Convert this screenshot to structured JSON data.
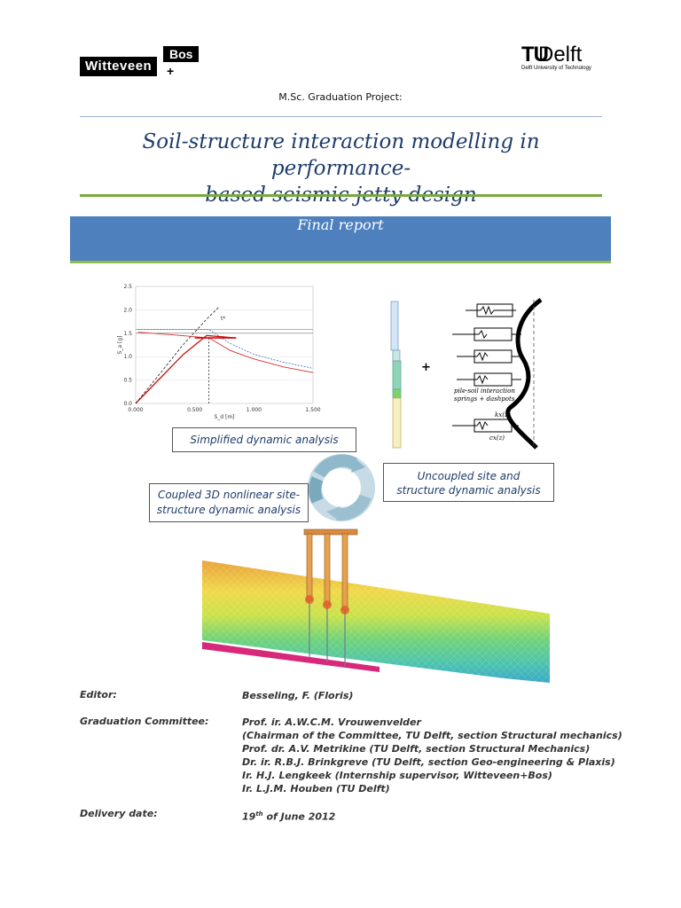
{
  "logos": {
    "witteveen_left": "Witteveen",
    "witteveen_plus": "+",
    "witteveen_right": "Bos",
    "tudelft_mark": "TU",
    "tudelft_name": "Delft",
    "tudelft_sub": "Delft University of Technology"
  },
  "project_label": "M.Sc. Graduation Project:",
  "title_line1": "Soil-structure interaction modelling in performance-",
  "title_line2": "based seismic jetty design",
  "banner": "Final report",
  "figure": {
    "box_simplified": "Simplified dynamic analysis",
    "box_uncoupled_line1": "Uncoupled site and",
    "box_uncoupled_line2": "structure dynamic analysis",
    "box_coupled_line1": "Coupled 3D nonlinear site-",
    "box_coupled_line2": "structure dynamic analysis",
    "plus_sign": "+",
    "interaction_label1": "pile-soil interaction",
    "interaction_label2": "springs + dashpots",
    "kx_label": "kx(z)",
    "cx_label": "cx(z)"
  },
  "chart_data": {
    "type": "line",
    "title": "",
    "xlabel": "S_d [m]",
    "ylabel": "S_a [g]",
    "xlim": [
      0.0,
      1.5
    ],
    "ylim": [
      0.0,
      2.5
    ],
    "x_ticks": [
      "0.000",
      "0.500",
      "1.000",
      "1.500"
    ],
    "y_ticks": [
      "0.0",
      "0.5",
      "1.0",
      "1.5",
      "2.0",
      "2.5"
    ],
    "annotation": "t*",
    "series": [
      {
        "name": "",
        "color": "#4a7fc1",
        "points": [
          [
            0.02,
            1.58
          ],
          [
            0.3,
            1.58
          ],
          [
            0.62,
            1.58
          ],
          [
            0.8,
            1.28
          ],
          [
            1.0,
            1.05
          ],
          [
            1.25,
            0.88
          ],
          [
            1.5,
            0.75
          ]
        ]
      },
      {
        "name": "",
        "color": "#d93030",
        "points": [
          [
            0.02,
            1.52
          ],
          [
            0.3,
            1.47
          ],
          [
            0.62,
            1.4
          ],
          [
            0.8,
            1.13
          ],
          [
            1.0,
            0.95
          ],
          [
            1.25,
            0.78
          ],
          [
            1.5,
            0.66
          ]
        ]
      },
      {
        "name": "",
        "color": "#cc1111",
        "points": [
          [
            0.0,
            0.0
          ],
          [
            0.2,
            0.52
          ],
          [
            0.4,
            1.04
          ],
          [
            0.6,
            1.45
          ],
          [
            0.85,
            1.4
          ]
        ]
      },
      {
        "name": "",
        "color": "#333333",
        "points": [
          [
            0.0,
            0.0
          ],
          [
            0.2,
            0.62
          ],
          [
            0.4,
            1.25
          ],
          [
            0.6,
            1.8
          ],
          [
            0.7,
            2.05
          ]
        ]
      }
    ]
  },
  "info": {
    "editor_label": "Editor:",
    "editor_value": "Besseling, F.  (Floris)",
    "committee_label": "Graduation Committee:",
    "committee": [
      "Prof. ir. A.W.C.M. Vrouwenvelder",
      "(Chairman of the Committee, TU Delft, section Structural mechanics)",
      "Prof. dr. A.V. Metrikine (TU Delft, section Structural Mechanics)",
      "Dr. ir. R.B.J. Brinkgreve (TU Delft, section Geo-engineering & Plaxis)",
      "Ir. H.J. Lengkeek (Internship supervisor, Witteveen+Bos)",
      "Ir. L.J.M. Houben (TU Delft)"
    ],
    "delivery_label": "Delivery date:",
    "delivery_day": "19",
    "delivery_sup": "th",
    "delivery_rest": " of June 2012"
  },
  "colors": {
    "title": "#1f3c6b",
    "banner": "#4e80bd",
    "green_rule": "#79a93e"
  }
}
